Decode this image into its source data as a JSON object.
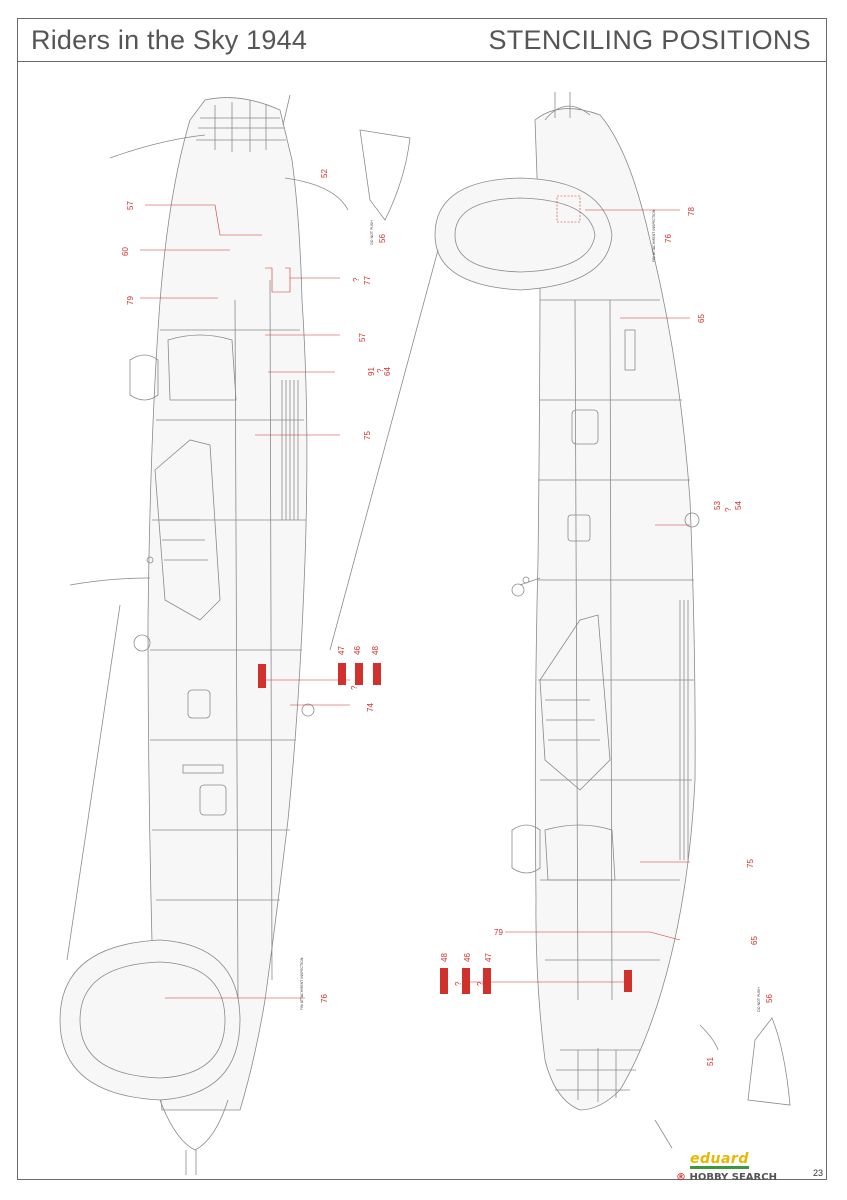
{
  "header": {
    "title_left": "Riders in the Sky 1944",
    "title_right": "STENCILING POSITIONS"
  },
  "left_view_callouts": [
    "52",
    "57",
    "60",
    "?",
    "77",
    "79",
    "57",
    "91",
    "?",
    "64",
    "75",
    "47",
    "?",
    "46",
    "48",
    "74",
    "76",
    "56"
  ],
  "right_view_callouts": [
    "78",
    "76",
    "65",
    "53",
    "?",
    "54",
    "75",
    "79",
    "65",
    "48",
    "?",
    "46",
    "?",
    "47",
    "51",
    "56"
  ],
  "left_view_labels": {
    "fin_attachment": "FIN ATTACHMENT INSPECTION",
    "do_not_push": "DO NOT PUSH"
  },
  "right_view_labels": {
    "fin_attachment": "FIN ATTACHMENT INSPECTION",
    "do_not_push": "DO NOT PUSH"
  },
  "footer": {
    "logo": "eduard",
    "page_number": "23",
    "watermark_mark": "®",
    "watermark_text": "HOBBY SEARCH"
  },
  "colors": {
    "callout_red": "#d0312d",
    "line_grey": "#8a8a8a",
    "frame": "#6a6a6a",
    "logo_yellow": "#e8b800",
    "logo_green": "#3a9a3a"
  }
}
